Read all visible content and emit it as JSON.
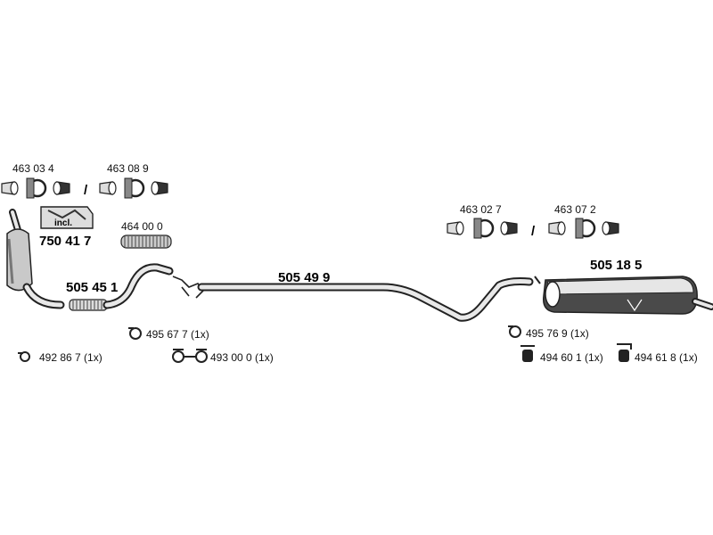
{
  "parts": {
    "clamp_a": "463 03 4",
    "clamp_b": "463 08 9",
    "kit": "750 41 7",
    "kit_incl": "incl.",
    "flexpipe": "464 00 0",
    "front_pipe": "505 45 1",
    "mid_pipe": "505 49 9",
    "clamp_c": "463 02 7",
    "clamp_d": "463 07 2",
    "rear_muffler": "505 18 5",
    "clip_1": "492 86 7 (1x)",
    "clip_2": "495 67 7 (1x)",
    "gasket": "493 00 0 (1x)",
    "clip_3": "495 76 9 (1x)",
    "mount_1": "494 60 1 (1x)",
    "mount_2": "494 61 8 (1x)",
    "separator_1": "/",
    "separator_2": "/"
  },
  "colors": {
    "line": "#222222",
    "fill_light": "#e6e6e6",
    "fill_dark": "#4a4a4a"
  }
}
